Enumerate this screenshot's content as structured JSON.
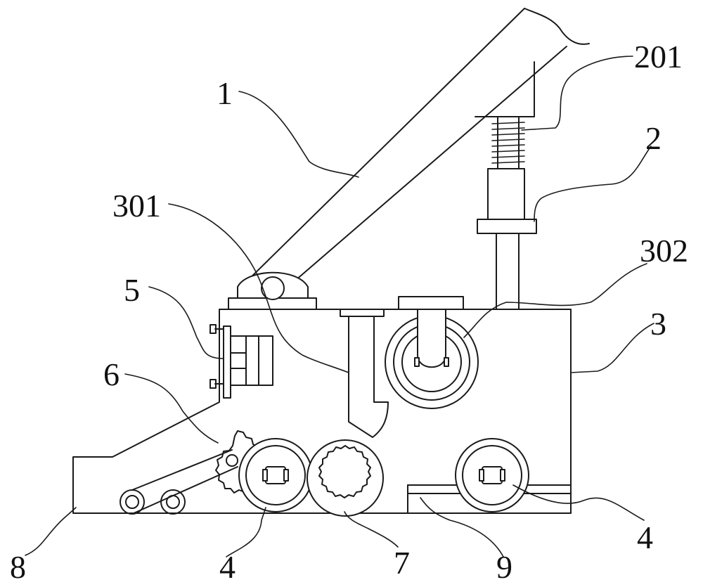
{
  "figure": {
    "callouts": [
      {
        "id": "c1",
        "text": "1"
      },
      {
        "id": "c201",
        "text": "201"
      },
      {
        "id": "c2",
        "text": "2"
      },
      {
        "id": "c301",
        "text": "301"
      },
      {
        "id": "c302",
        "text": "302"
      },
      {
        "id": "c3",
        "text": "3"
      },
      {
        "id": "c5",
        "text": "5"
      },
      {
        "id": "c6",
        "text": "6"
      },
      {
        "id": "c8",
        "text": "8"
      },
      {
        "id": "c4a",
        "text": "4"
      },
      {
        "id": "c7",
        "text": "7"
      },
      {
        "id": "c9",
        "text": "9"
      },
      {
        "id": "c4b",
        "text": "4"
      }
    ],
    "line_color": "#1a1a1a",
    "background": "#ffffff"
  }
}
